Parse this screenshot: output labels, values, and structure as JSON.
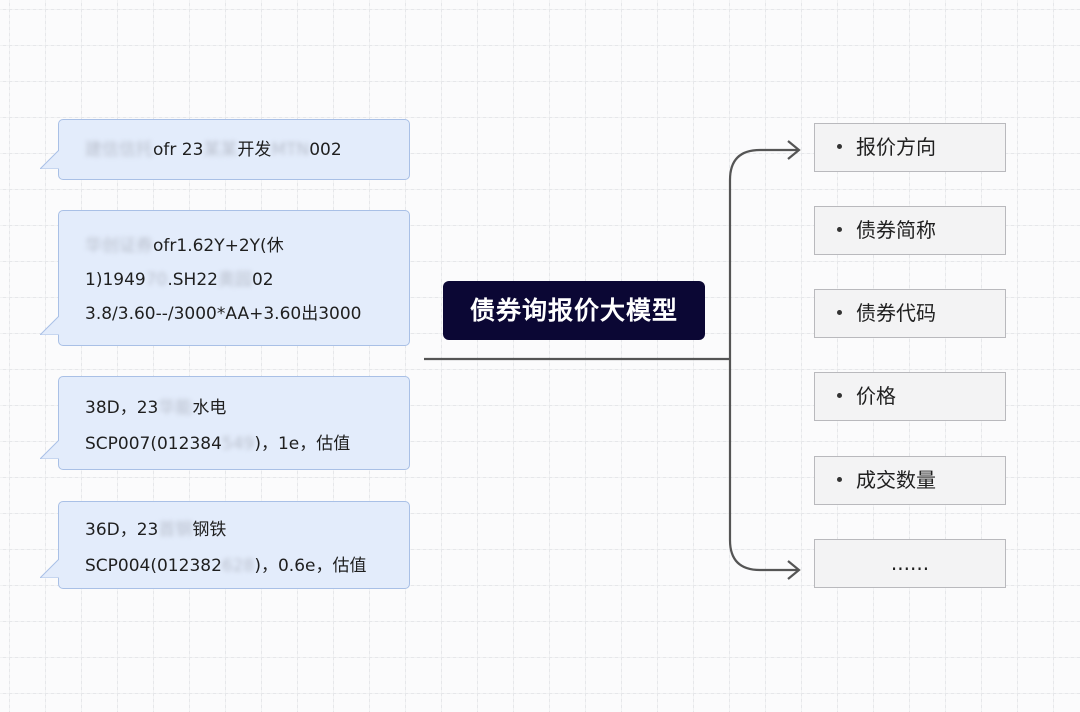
{
  "messages": [
    {
      "lines": [
        [
          {
            "text": "建信信托",
            "blur": true
          },
          {
            "text": "ofr 23",
            "blur": false
          },
          {
            "text": "某某",
            "blur": true
          },
          {
            "text": "开发",
            "blur": false
          },
          {
            "text": "MTN",
            "blur": true
          },
          {
            "text": "002",
            "blur": false
          }
        ]
      ]
    },
    {
      "lines": [
        [
          {
            "text": "华创证券",
            "blur": true
          },
          {
            "text": "ofr1.62Y+2Y(休",
            "blur": false
          }
        ],
        [
          {
            "text": "1)1949",
            "blur": false
          },
          {
            "text": "70",
            "blur": true
          },
          {
            "text": ".SH22",
            "blur": false
          },
          {
            "text": "奥园",
            "blur": true
          },
          {
            "text": "02",
            "blur": false
          }
        ],
        [
          {
            "text": "3.8/3.60--/3000*AA+3.60出3000",
            "blur": false
          }
        ]
      ]
    },
    {
      "lines": [
        [
          {
            "text": "38D，23",
            "blur": false
          },
          {
            "text": "华能",
            "blur": true
          },
          {
            "text": "水电",
            "blur": false
          }
        ],
        [
          {
            "text": "SCP007(012384",
            "blur": false
          },
          {
            "text": "549",
            "blur": true
          },
          {
            "text": ")，1e，估值",
            "blur": false
          }
        ]
      ]
    },
    {
      "lines": [
        [
          {
            "text": "36D，23",
            "blur": false
          },
          {
            "text": "首钢",
            "blur": true
          },
          {
            "text": "钢铁",
            "blur": false
          }
        ],
        [
          {
            "text": "SCP004(012382",
            "blur": false
          },
          {
            "text": "628",
            "blur": true
          },
          {
            "text": ")，0.6e，估值",
            "blur": false
          }
        ]
      ]
    }
  ],
  "center": {
    "title": "债券询报价大模型"
  },
  "fields": [
    {
      "label": "报价方向",
      "bullet": true
    },
    {
      "label": "债券简称",
      "bullet": true
    },
    {
      "label": "债券代码",
      "bullet": true
    },
    {
      "label": "价格",
      "bullet": true
    },
    {
      "label": "成交数量",
      "bullet": true
    },
    {
      "label": "......",
      "bullet": false
    }
  ],
  "colors": {
    "bubble_fill": "#e3ecfb",
    "bubble_border": "#a9c0e6",
    "title_fill": "#0b0734",
    "title_text": "#ffffff",
    "connector": "#555555",
    "field_fill": "#f3f3f4",
    "field_border": "#b9b9bd"
  }
}
